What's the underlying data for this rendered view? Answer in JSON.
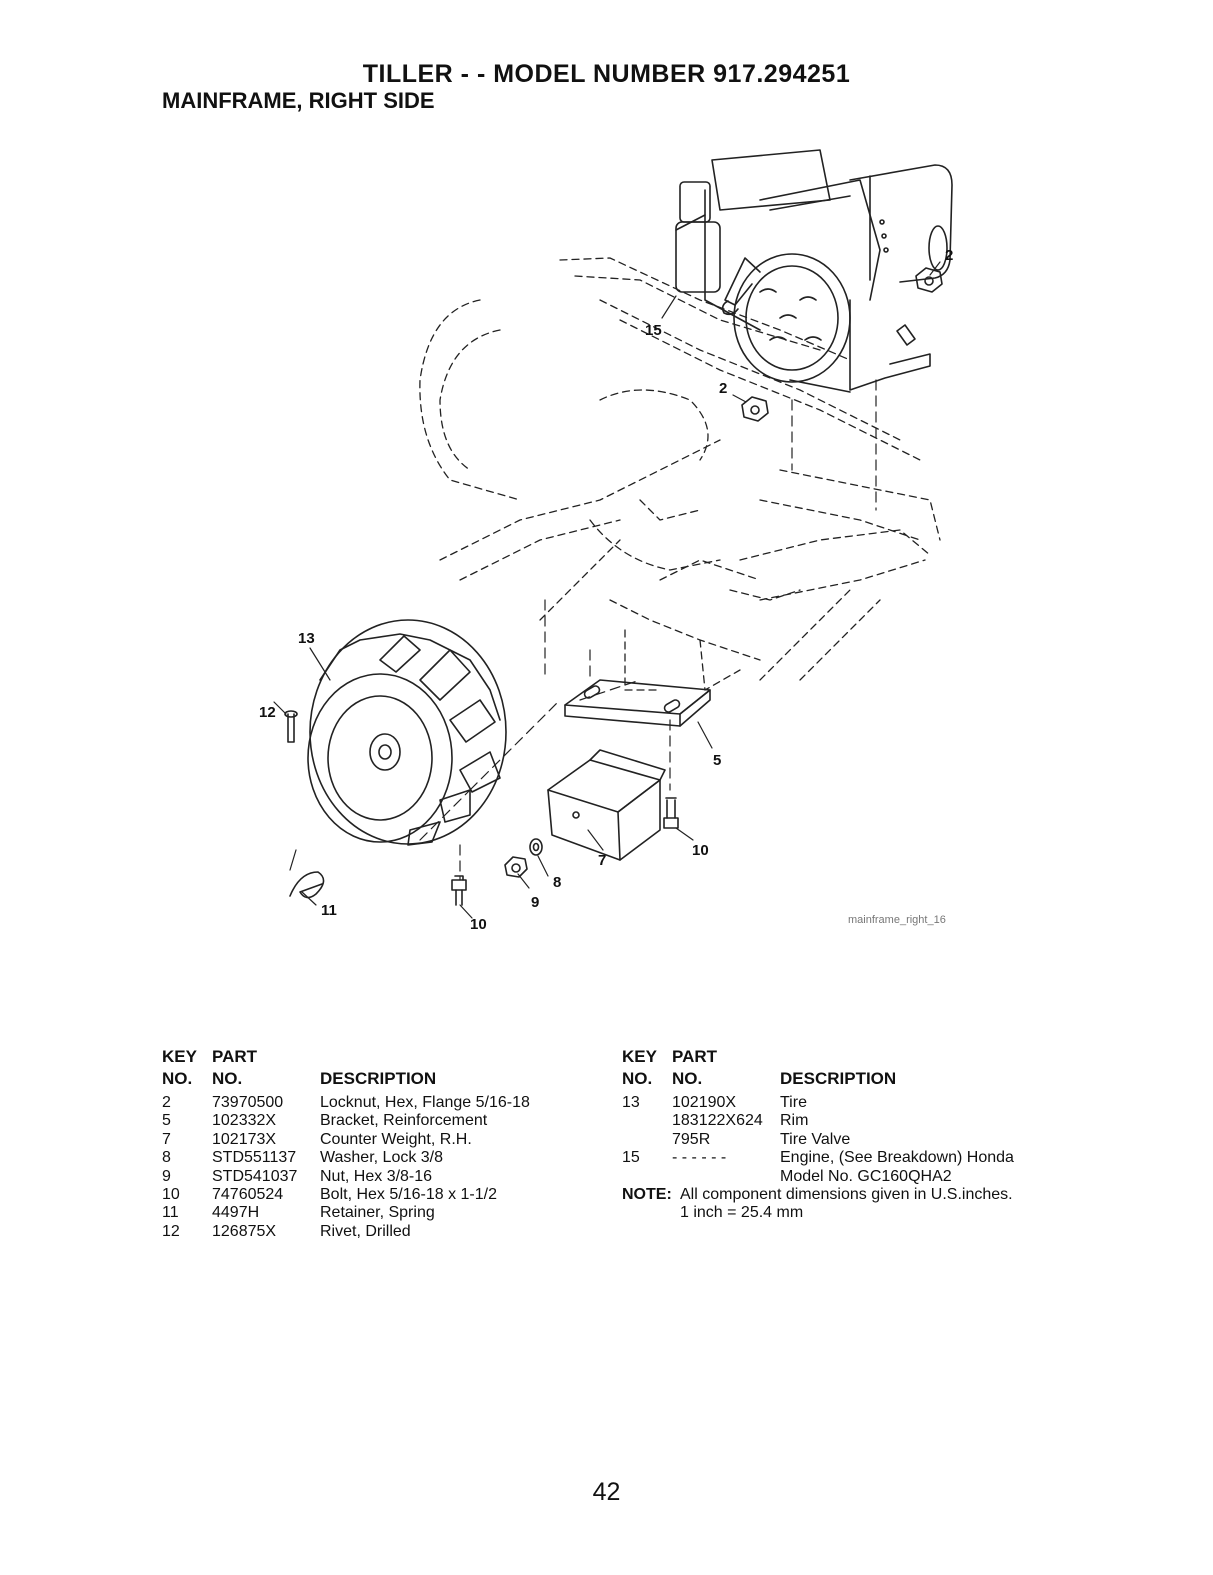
{
  "title": "TILLER - - MODEL NUMBER 917.294251",
  "subtitle": "MAINFRAME, RIGHT SIDE",
  "image_id": "mainframe_right_16",
  "callouts": [
    "15",
    "2",
    "2",
    "13",
    "12",
    "5",
    "10",
    "7",
    "8",
    "9",
    "11",
    "10"
  ],
  "table_headers": {
    "key_line1": "KEY",
    "part_line1": "PART",
    "key_line2": "NO.",
    "part_line2": "NO.",
    "description": "DESCRIPTION"
  },
  "left_parts": [
    {
      "key": "2",
      "part": "73970500",
      "description": "Locknut, Hex, Flange 5/16-18"
    },
    {
      "key": "5",
      "part": "102332X",
      "description": "Bracket, Reinforcement"
    },
    {
      "key": "7",
      "part": "102173X",
      "description": "Counter Weight, R.H."
    },
    {
      "key": "8",
      "part": "STD551137",
      "description": "Washer, Lock 3/8"
    },
    {
      "key": "9",
      "part": "STD541037",
      "description": "Nut, Hex 3/8-16"
    },
    {
      "key": "10",
      "part": "74760524",
      "description": "Bolt, Hex 5/16-18 x 1-1/2"
    },
    {
      "key": "11",
      "part": "4497H",
      "description": "Retainer, Spring"
    },
    {
      "key": "12",
      "part": "126875X",
      "description": "Rivet, Drilled"
    }
  ],
  "right_parts": [
    {
      "key": "13",
      "part": "102190X",
      "description": "Tire"
    },
    {
      "key": "",
      "part": "183122X624",
      "description": "Rim"
    },
    {
      "key": "",
      "part": "795R",
      "description": "Tire Valve"
    },
    {
      "key": "15",
      "part": "- - - - - -",
      "description": "Engine, (See Breakdown) Honda"
    },
    {
      "key": "",
      "part": "",
      "description": "Model No. GC160QHA2"
    }
  ],
  "note": {
    "label": "NOTE:",
    "line1": "All component dimensions given in U.S.inches.",
    "line2": "1 inch = 25.4 mm"
  },
  "page_number": "42"
}
